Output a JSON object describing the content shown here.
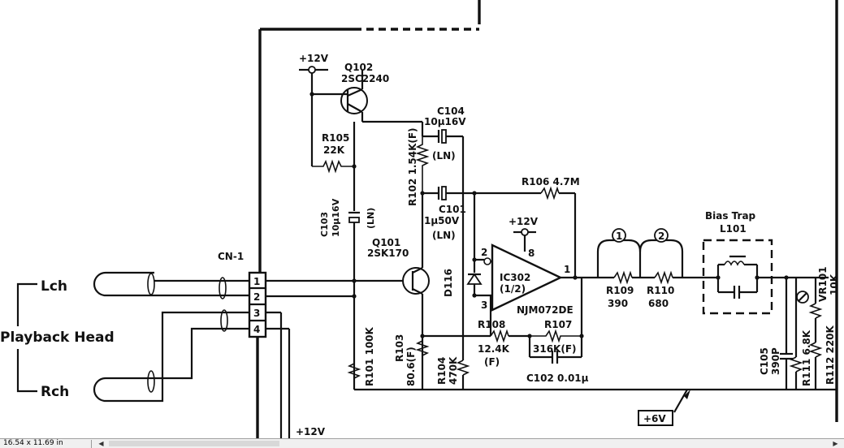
{
  "labels": {
    "plus12v_top": "+12V",
    "q102_name": "Q102",
    "q102_part": "2SC2240",
    "r105_name": "R105",
    "r105_value": "22K",
    "c103_name": "C103",
    "c103_value": "10μ16V",
    "c103_type": "(LN)",
    "c104_name": "C104",
    "c104_value": "10μ16V",
    "c104_type": "(LN)",
    "r102_label": "R102 1.54K(F)",
    "r106_label": "R106 4.7M",
    "c101_name": "C101",
    "c101_value": "1μ50V",
    "c101_type": "(LN)",
    "plus12v_ic": "+12V",
    "q101_name": "Q101",
    "q101_part": "2SK170",
    "cn1_name": "CN-1",
    "pin1": "1",
    "pin2": "2",
    "pin3": "3",
    "pin4": "4",
    "lch": "Lch",
    "rch": "Rch",
    "playback_head": "Playback Head",
    "d116": "D116",
    "ic302_name": "IC302",
    "ic302_unit": "(1/2)",
    "ic302_part": "NJM072DE",
    "ic_pin2": "2",
    "ic_pin3": "3",
    "ic_pin8": "8",
    "ic_pin1": "1",
    "tp1": "1",
    "tp2": "2",
    "r109_name": "R109",
    "r109_value": "390",
    "r110_name": "R110",
    "r110_value": "680",
    "bias_trap": "Bias Trap",
    "l101": "L101",
    "vr101_name": "VR101",
    "vr101_value": "10K",
    "r101_label": "R101 100K",
    "r103_name": "R103",
    "r103_value": "80.6(F)",
    "r104_name": "R104",
    "r104_value": "470K",
    "r108_name": "R108",
    "r108_value": "12.4K",
    "r108_type": "(F)",
    "r107_name": "R107",
    "r107_value": "316K(F)",
    "c102_label": "C102 0.01μ",
    "c105_name": "C105",
    "c105_value": "390P",
    "r111_label": "R111 6.8K",
    "r112_label": "R112 220K",
    "plus6v": "+6V",
    "plus12v_bottom": "+12V"
  },
  "statusbar": {
    "page_size": "16.54 x 11.69 in",
    "scroll_left_icon": "triangle-left-icon",
    "scroll_right_icon": "triangle-right-icon"
  }
}
